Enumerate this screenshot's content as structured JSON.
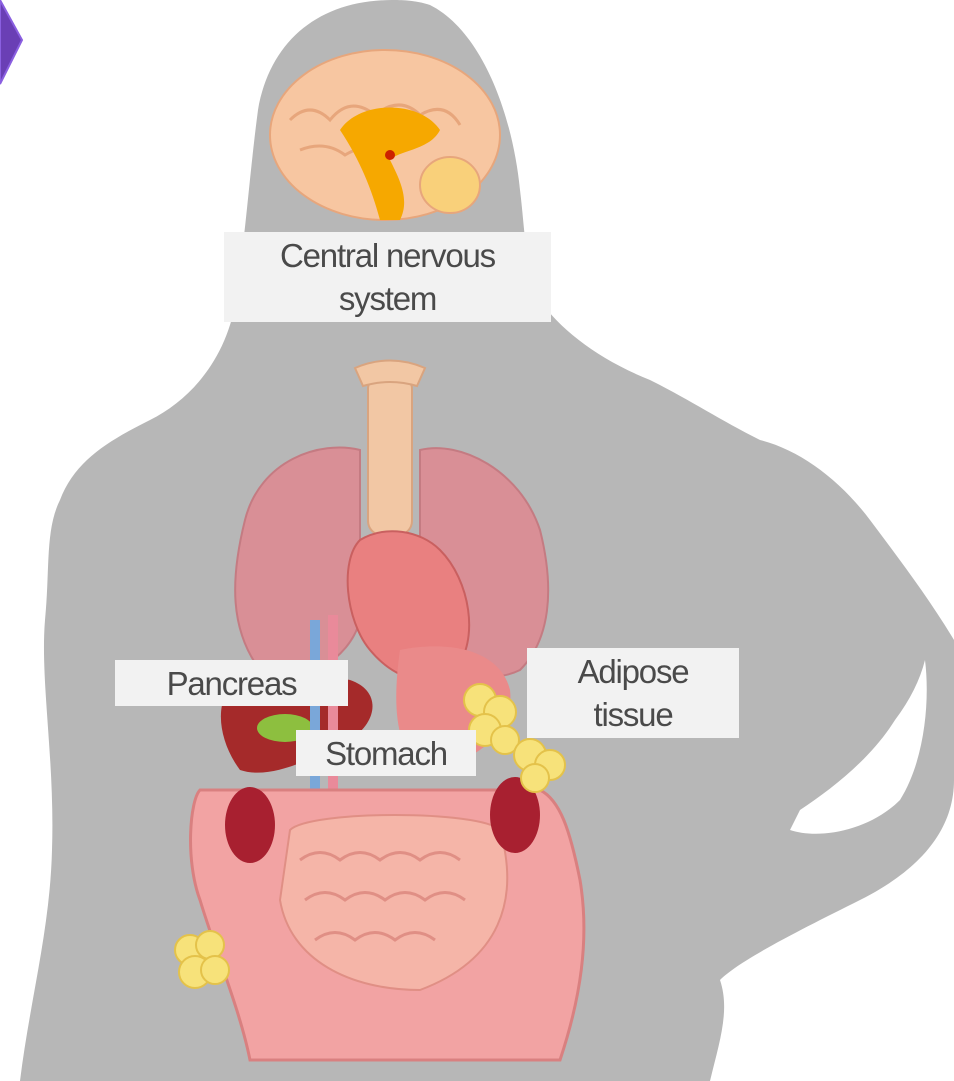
{
  "labels": {
    "central_nervous_system": [
      "Central nervous",
      "system"
    ],
    "pancreas": "Pancreas",
    "stomach": "Stomach",
    "adipose_tissue": [
      "Adipose",
      "tissue"
    ]
  },
  "colors": {
    "silhouette": "#b7b7b7",
    "label_background": "#f2f2f2",
    "label_text": "#4a4a4a",
    "nav_arrow": "#6a3fb5",
    "brain": "#f7c6a1",
    "brain_core": "#f6a800",
    "lungs": "#d98f96",
    "trachea": "#f2c7a4",
    "heart": "#e98080",
    "liver": "#a52a2a",
    "gallbladder": "#8dbf3f",
    "intestine": "#f2a3a3",
    "kidney": "#a82030",
    "adipose": "#f7e27a"
  },
  "icons": {
    "nav": "chevron-right-icon"
  }
}
